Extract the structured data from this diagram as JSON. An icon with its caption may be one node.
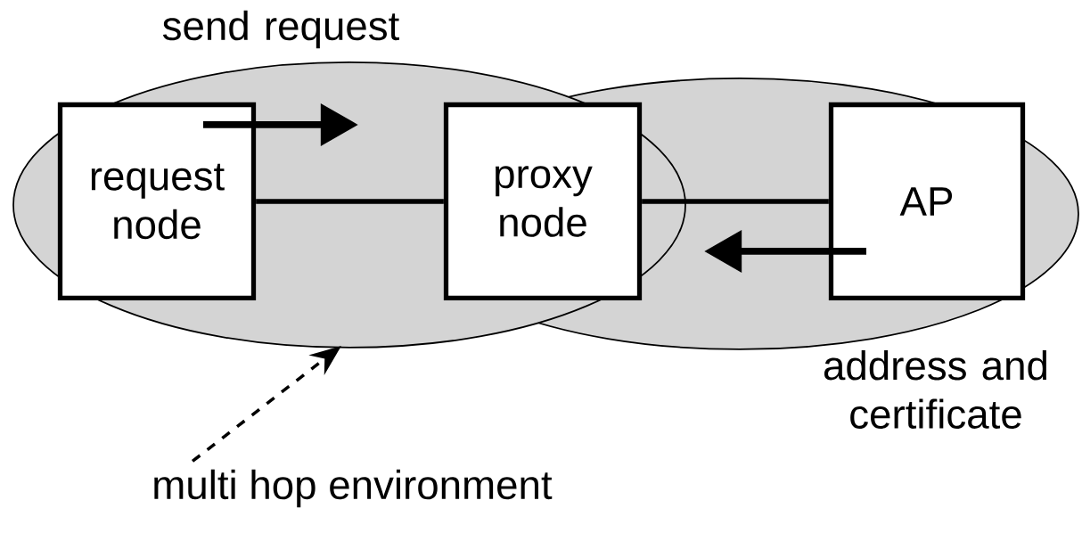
{
  "diagram": {
    "nodes": [
      {
        "text": [
          "request node"
        ]
      },
      {
        "text": [
          "proxy node"
        ]
      },
      {
        "text": [
          "AP"
        ]
      },
      {
        "text": [
          "multi hop environment"
        ]
      }
    ],
    "edges": [
      {
        "from": 0,
        "to": 1,
        "arrow": "none"
      },
      {
        "from": 1,
        "to": 2,
        "arrow": "none"
      },
      {
        "from": 3,
        "to": null,
        "arrow": "to",
        "style": "dashed"
      }
    ],
    "labels": [
      "send request",
      "address and certificate"
    ]
  }
}
